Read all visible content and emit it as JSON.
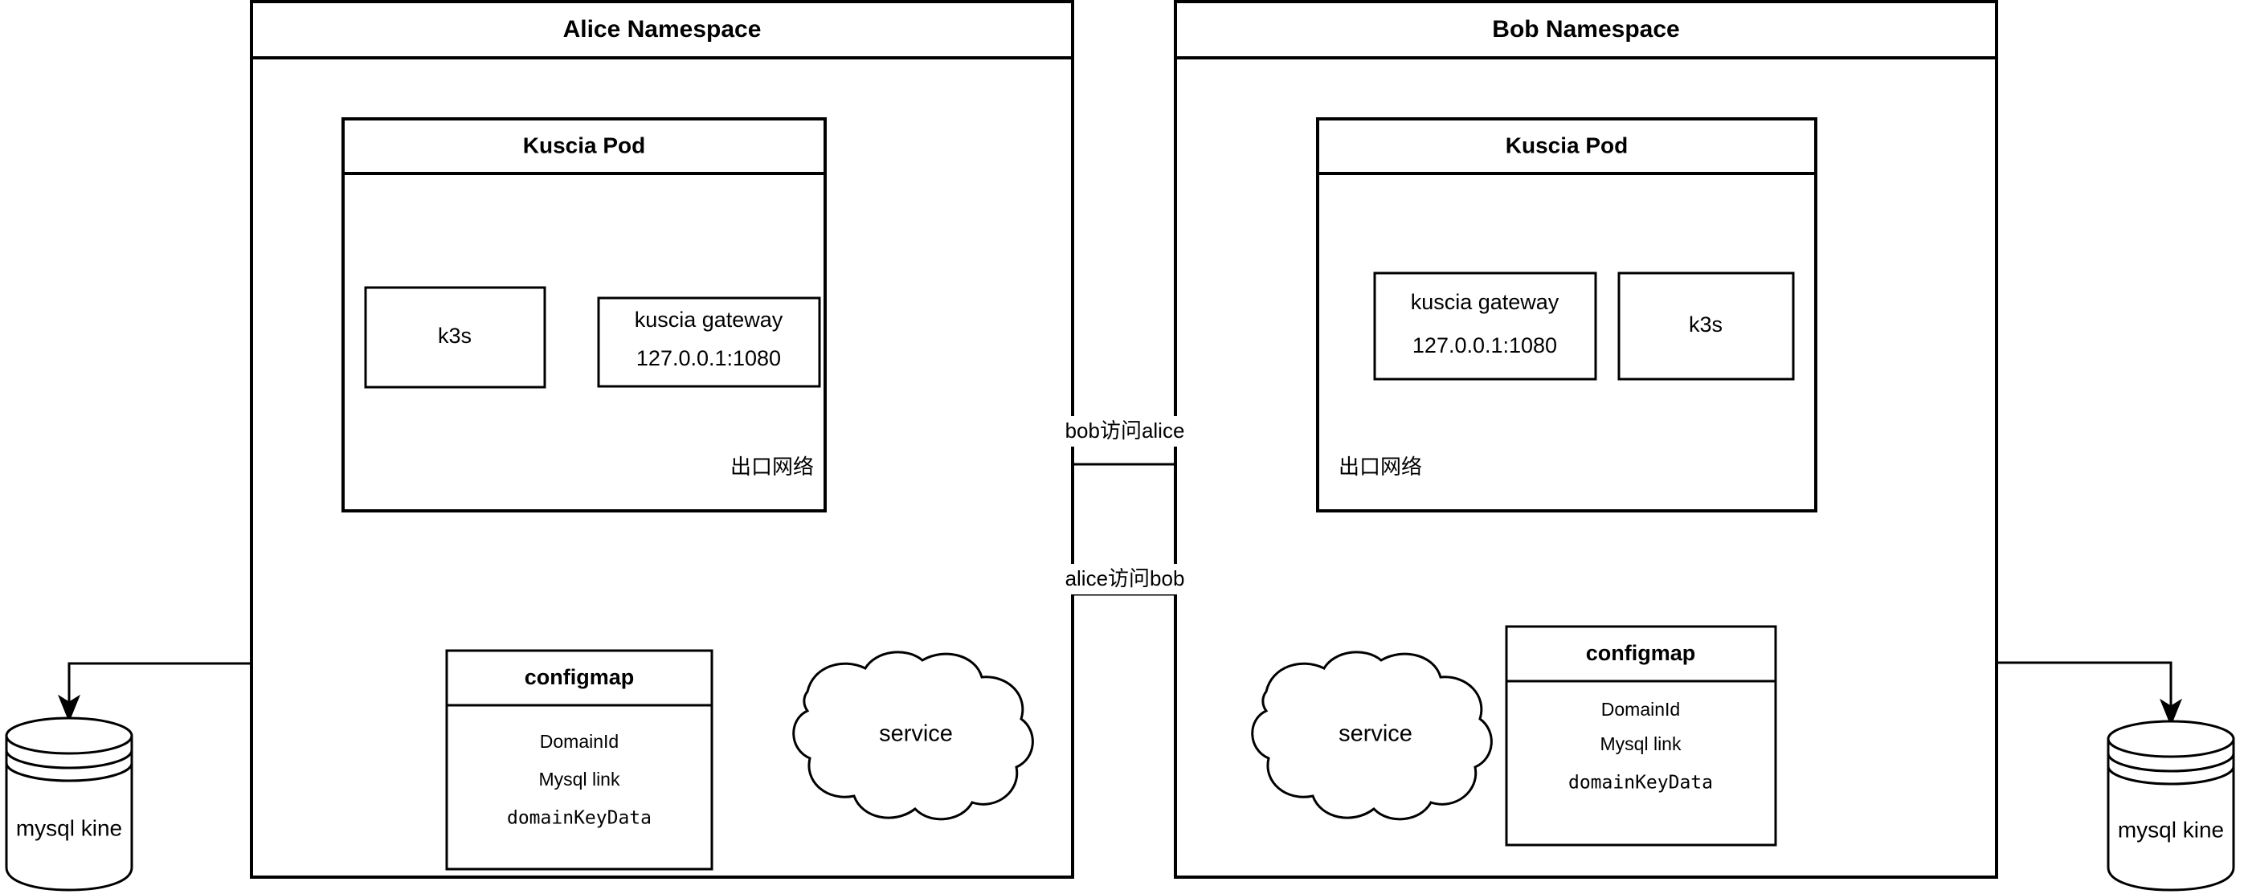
{
  "diagram": {
    "title": "Kuscia Alice/Bob namespace networking diagram",
    "colors": {
      "stroke": "#000000",
      "fill": "#ffffff",
      "text": "#000000"
    },
    "namespaces": [
      {
        "id": "alice",
        "title": "Alice Namespace",
        "pod": {
          "title": "Kuscia Pod",
          "egress_label": "出口网络",
          "components": [
            {
              "id": "k3s",
              "label": "k3s"
            },
            {
              "id": "gateway",
              "label_line1": "kuscia gateway",
              "label_line2": "127.0.0.1:1080"
            }
          ]
        },
        "configmap": {
          "title": "configmap",
          "rows": [
            "DomainId",
            "Mysql link",
            "domainKeyData"
          ]
        },
        "service": {
          "label": "service"
        },
        "database": {
          "label": "mysql kine"
        }
      },
      {
        "id": "bob",
        "title": "Bob Namespace",
        "pod": {
          "title": "Kuscia Pod",
          "egress_label": "出口网络",
          "components": [
            {
              "id": "gateway",
              "label_line1": "kuscia gateway",
              "label_line2": "127.0.0.1:1080"
            },
            {
              "id": "k3s",
              "label": "k3s"
            }
          ]
        },
        "configmap": {
          "title": "configmap",
          "rows": [
            "DomainId",
            "Mysql link",
            "domainKeyData"
          ]
        },
        "service": {
          "label": "service"
        },
        "database": {
          "label": "mysql kine"
        }
      }
    ],
    "edge_labels": [
      {
        "id": "bob-to-alice",
        "label": "bob访问alice"
      },
      {
        "id": "alice-to-bob",
        "label": "alice访问bob"
      }
    ]
  }
}
